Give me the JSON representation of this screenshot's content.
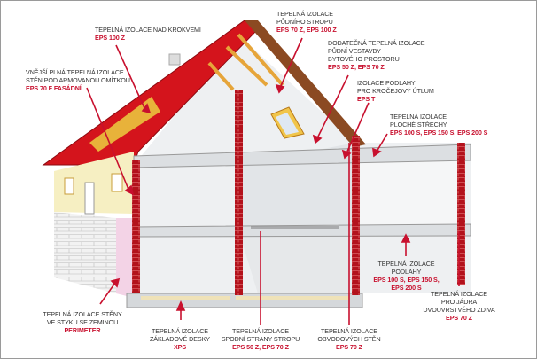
{
  "colors": {
    "accent": "#c8102e",
    "roof": "#d4141c",
    "brick": "#b3121c",
    "foundation_xps": "#efe2b8",
    "perimeter": "#f3d3e6",
    "facade": "#f6efc2"
  },
  "labels": [
    {
      "lines": [
        "TEPELNÁ IZOLACE NAD KROKVEMI"
      ],
      "product": "EPS 100 Z"
    },
    {
      "lines": [
        "VNĚJŠÍ PLNÁ TEPELNÁ IZOLACE",
        "STĚN POD ARMOVANOU OMÍTKOU"
      ],
      "product": "EPS 70 F FASÁDNÍ"
    },
    {
      "lines": [
        "TEPELNÁ IZOLACE",
        "PŮDNÍHO STROPU"
      ],
      "product": "EPS 70 Z, EPS 100 Z"
    },
    {
      "lines": [
        "DODATEČNÁ TEPELNÁ IZOLACE",
        "PŮDNÍ VESTAVBY",
        "BYTOVÉHO PROSTORU"
      ],
      "product": "EPS 50 Z, EPS 70 Z"
    },
    {
      "lines": [
        "IZOLACE PODLAHY",
        "PRO KROČEJOVÝ ÚTLUM"
      ],
      "product": "EPS T"
    },
    {
      "lines": [
        "TEPELNÁ IZOLACE",
        "PLOCHÉ STŘECHY"
      ],
      "product": "EPS 100 S, EPS 150 S, EPS 200 S"
    },
    {
      "lines": [
        "TEPELNÁ IZOLACE",
        "PODLAHY"
      ],
      "product": "EPS 100 S, EPS 150 S,",
      "product2": "EPS 200 S"
    },
    {
      "lines": [
        "TEPELNÁ IZOLACE",
        "PRO JÁDRA",
        "DVOUVRSTVÉHO ZDIVA"
      ],
      "product": "EPS 70 Z"
    },
    {
      "lines": [
        "TEPELNÁ IZOLACE STĚNY",
        "VE STYKU SE ZEMINOU"
      ],
      "product": "PERIMETER"
    },
    {
      "lines": [
        "TEPELNÁ IZOLACE",
        "ZÁKLADOVÉ DESKY"
      ],
      "product": "XPS"
    },
    {
      "lines": [
        "TEPELNÁ IZOLACE",
        "SPODNÍ STRANY STROPU"
      ],
      "product": "EPS 50 Z, EPS 70 Z"
    },
    {
      "lines": [
        "TEPELNÁ IZOLACE",
        "OBVODOVÝCH STĚN"
      ],
      "product": "EPS 70 Z"
    }
  ]
}
